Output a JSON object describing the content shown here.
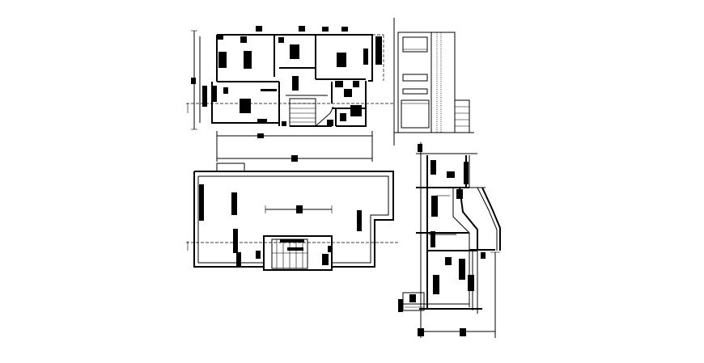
{
  "drawing": {
    "ink_color": "#000000",
    "paper_color": "#ffffff",
    "views": [
      {
        "id": "first-floor-plan",
        "kind": "floor-plan"
      },
      {
        "id": "front-elevation",
        "kind": "elevation"
      },
      {
        "id": "ground-floor-plan",
        "kind": "floor-plan"
      },
      {
        "id": "cross-section",
        "kind": "section"
      }
    ]
  }
}
